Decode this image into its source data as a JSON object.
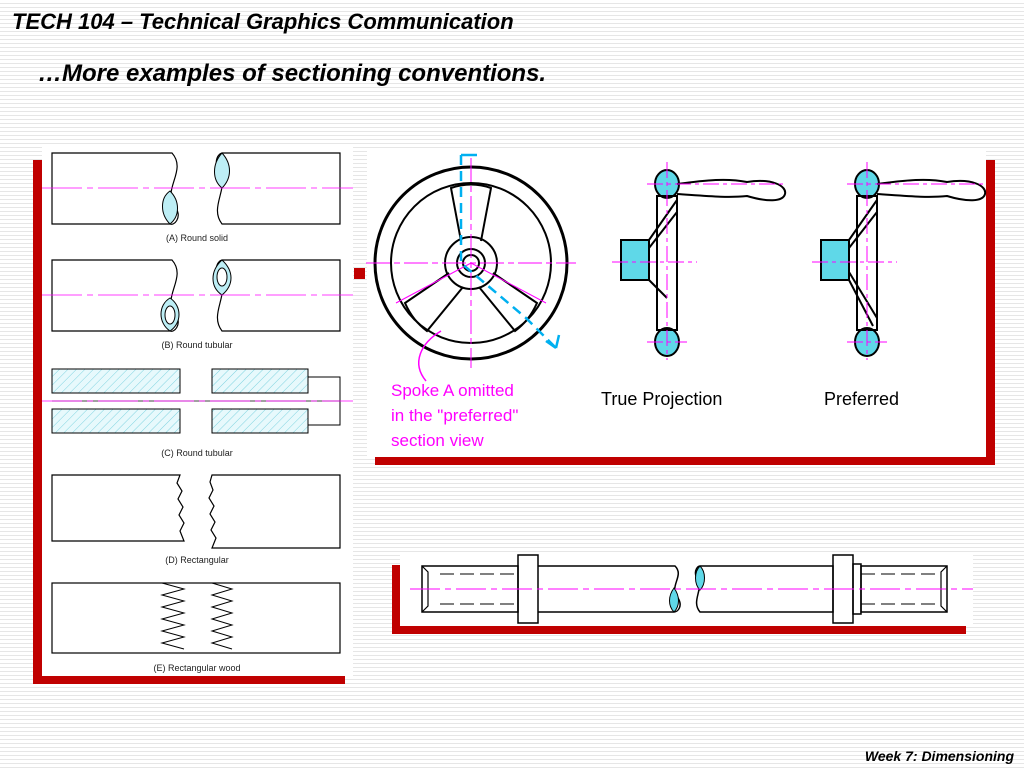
{
  "header": {
    "title": "TECH 104 – Technical Graphics Communication",
    "subtitle": "…More examples of sectioning conventions."
  },
  "left_panel": {
    "captions": [
      "(A) Round solid",
      "(B) Round tubular",
      "(C) Round tubular",
      "(D) Rectangular",
      "(E) Rectangular wood"
    ]
  },
  "handwheel_panel": {
    "note_lines": [
      "Spoke A omitted",
      "in the \"preferred\"",
      "section view"
    ],
    "true_projection_label": "True Projection",
    "preferred_label": "Preferred"
  },
  "footer": {
    "text": "Week 7: Dimensioning"
  },
  "colors": {
    "accent_red": "#c00000",
    "centerline_magenta": "#ff00ff",
    "section_cyan": "#5fd8e8",
    "hatch_light": "#bdeef5"
  }
}
